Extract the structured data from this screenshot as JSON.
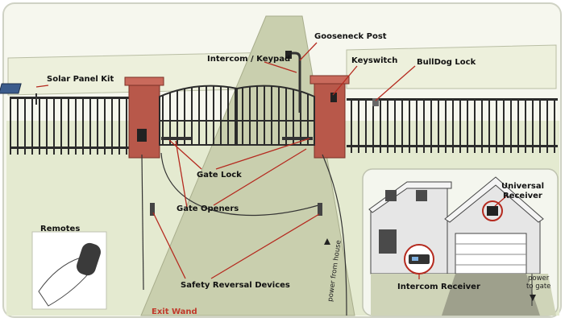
{
  "labels": {
    "gooseneck_post": "Gooseneck Post",
    "intercom_keypad": "Intercom / Keypad",
    "keyswitch": "Keyswitch",
    "bulldog_lock": "BullDog Lock",
    "solar_panel_kit": "Solar Panel Kit",
    "gate_lock": "Gate Lock",
    "gate_openers": "Gate Openers",
    "remotes": "Remotes",
    "safety_reversal_devices": "Safety Reversal Devices",
    "exit_wand": "Exit Wand",
    "universal_receiver_line1": "Universal",
    "universal_receiver_line2": "Receiver",
    "intercom_receiver": "Intercom Receiver",
    "power_from_house": "power from house",
    "power_to_gate_line1": "power",
    "power_to_gate_line2": "to gate"
  },
  "colors": {
    "leader": "#b52a1f",
    "lawn": "#e4ead0",
    "driveway": "#c9cfae",
    "wall": "#edf0dc",
    "fence": "#2b2b2b",
    "brick": "#b8584a",
    "house_siding": "#e6e6e6",
    "roof": "#f4f4f4"
  }
}
